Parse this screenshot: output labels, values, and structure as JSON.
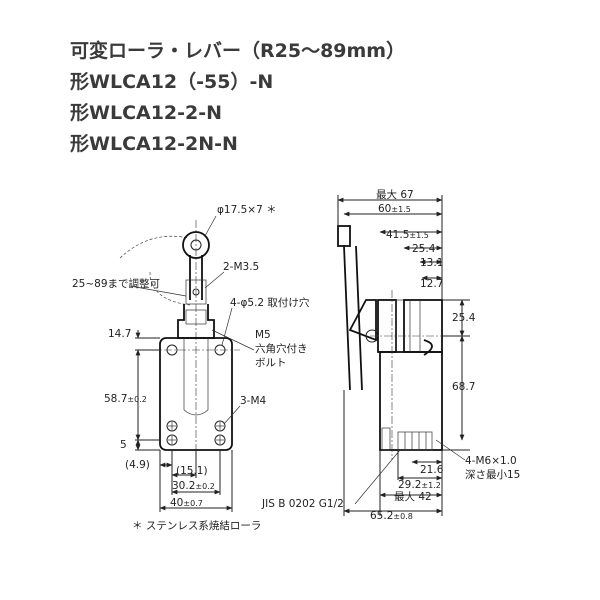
{
  "title": {
    "line1": "可変ローラ・レバー（R25〜89mm）",
    "line2": "形WLCA12（-55）-N",
    "line3": "形WLCA12-2-N",
    "line4": "形WLCA12-2N-N"
  },
  "front": {
    "roller": "φ17.5×7 ＊",
    "adjust": "25~89まで調整可",
    "m35": "2-M3.5",
    "hole": "4-φ5.2 取付け穴",
    "m5a": "M5",
    "m5b": "六角穴付き",
    "m5c": "ボルト",
    "m4": "3-M4",
    "d147": "14.7",
    "d587": "58.7",
    "d587tol": "±0.2",
    "d5": "5",
    "d49": "(4.9)",
    "d151": "(15.1)",
    "d302": "30.2",
    "d302tol": "±0.2",
    "d40": "40",
    "d40tol": "±0.7",
    "note": "＊ ステンレス系焼結ローラ"
  },
  "side": {
    "max67": "最大 67",
    "d60": "60",
    "d60tol": "±1.5",
    "d415": "41.5",
    "d415tol": "±1.5",
    "d254a": "25.4",
    "d131": "13.1",
    "d127": "12.7",
    "d254b": "25.4",
    "d687": "68.7",
    "d216": "21.6",
    "d292": "29.2",
    "d292tol": "±1.2",
    "max42": "最大 42",
    "d652": "65.2",
    "d652tol": "±0.8",
    "m6a": "4-M6×1.0",
    "m6b": "深さ最小15",
    "jis": "JIS B 0202 G1/2"
  }
}
